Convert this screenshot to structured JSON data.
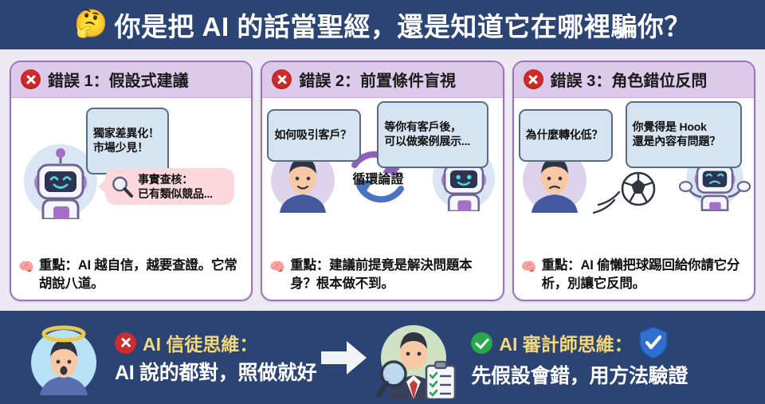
{
  "header": {
    "emoji": "🤔",
    "emoji_name": "thinking-face-icon",
    "title": "你是把 AI 的話當聖經，還是知道它在哪裡騙你？",
    "bg_color": "#2b4474",
    "text_color": "#ffffff"
  },
  "mid": {
    "bg_color": "#eeeaf3",
    "card_border_color": "#9c74b8",
    "card_header_color": "#ddc9ea"
  },
  "cards": [
    {
      "badge": "x-mark-icon",
      "title": "錯誤 1：假設式建議",
      "bubbles": [
        {
          "kind": "blue",
          "text": "獨家差異化！\n市場少見！"
        },
        {
          "kind": "pink",
          "icon": "magnifier-icon",
          "text": "事實查核：\n已有類似競品..."
        }
      ],
      "figures": [
        "robot-avatar"
      ],
      "foot_icon": "🧠",
      "foot_icon_name": "brain-icon",
      "foot_text": "重點：AI 越自信，越要查證。它常胡說八道。"
    },
    {
      "badge": "x-mark-icon",
      "title": "錯誤 2：前置條件盲視",
      "bubbles": [
        {
          "kind": "blue",
          "text": "如何吸引客戶？"
        },
        {
          "kind": "blue",
          "text": "等你有客戶後，\n可以做案例展示..."
        }
      ],
      "figures": [
        "person-avatar",
        "robot-avatar"
      ],
      "center_label": "循環論證",
      "center_icon": "circular-arrows-icon",
      "foot_icon": "🧠",
      "foot_icon_name": "brain-icon",
      "foot_text": "重點：建議前提竟是解決問題本身？根本做不到。"
    },
    {
      "badge": "x-mark-icon",
      "title": "錯誤 3：角色錯位反問",
      "bubbles": [
        {
          "kind": "blue",
          "text": "為什麼轉化低？"
        },
        {
          "kind": "blue",
          "text": "你覺得是 Hook\n還是內容有問題？"
        }
      ],
      "figures": [
        "person-avatar",
        "soccer-ball-icon",
        "robot-shrug-avatar"
      ],
      "foot_icon": "🧠",
      "foot_icon_name": "brain-icon",
      "foot_text": "重點：AI 偷懶把球踢回給你請它分析，別讓它反問。"
    }
  ],
  "banner": {
    "bg_color": "#2b4474",
    "heading_color": "#f4d97a",
    "sub_color": "#ffffff",
    "left": {
      "avatar": "halo-person-avatar",
      "mark": "x-mark-icon",
      "heading": "AI 信徒思維：",
      "sub": "AI 說的都對，照做就好"
    },
    "arrow": "right-arrow-icon",
    "right": {
      "avatar": "auditor-person-avatar",
      "extra_icons": [
        "magnifier-icon",
        "clipboard-icon",
        "shield-check-icon"
      ],
      "mark": "check-mark-icon",
      "heading": "AI 審計師思維：",
      "sub": "先假設會錯，用方法驗證"
    }
  }
}
